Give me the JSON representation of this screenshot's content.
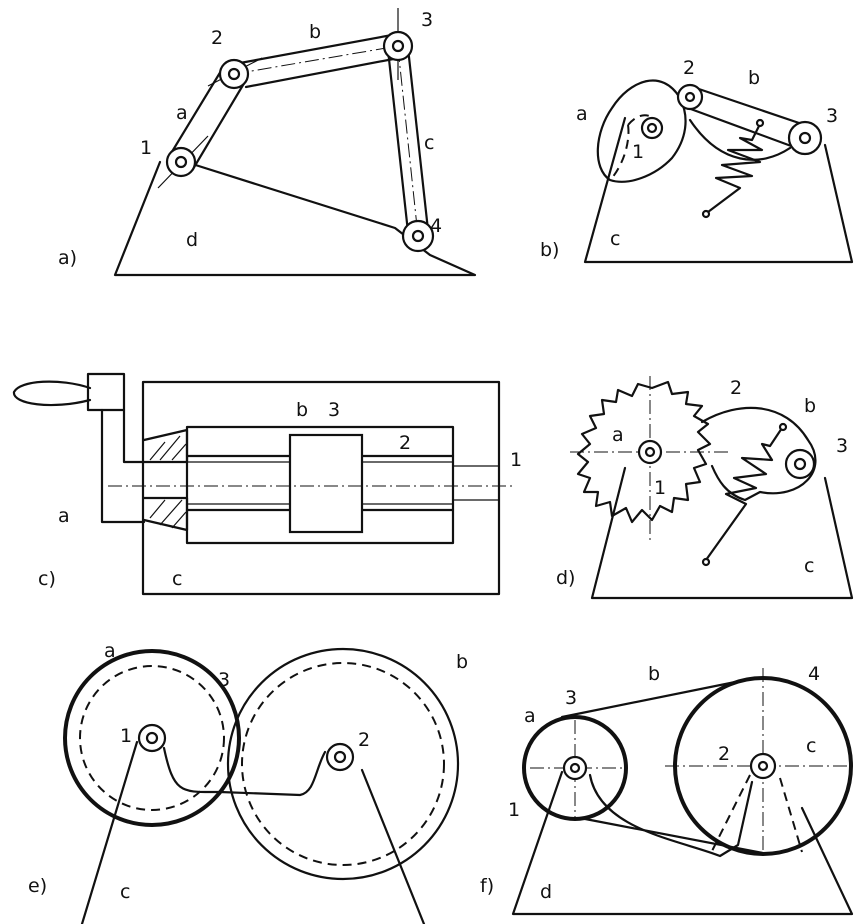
{
  "panels": {
    "a": {
      "tag": "a)",
      "labels": {
        "n1": "1",
        "n2": "2",
        "n3": "3",
        "n4": "4",
        "la": "a",
        "lb": "b",
        "lc": "c",
        "ld": "d"
      }
    },
    "b": {
      "tag": "b)",
      "labels": {
        "n1": "1",
        "n2": "2",
        "n3": "3",
        "la": "a",
        "lb": "b",
        "lc": "c"
      }
    },
    "c": {
      "tag": "c)",
      "labels": {
        "n1": "1",
        "n2": "2",
        "n3": "3",
        "la": "a",
        "lb": "b",
        "lc": "c"
      }
    },
    "d": {
      "tag": "d)",
      "labels": {
        "n1": "1",
        "n2": "2",
        "n3": "3",
        "la": "a",
        "lb": "b",
        "lc": "c"
      }
    },
    "e": {
      "tag": "e)",
      "labels": {
        "n1": "1",
        "n2": "2",
        "n3": "3",
        "la": "a",
        "lb": "b",
        "lc": "c"
      }
    },
    "f": {
      "tag": "f)",
      "labels": {
        "n1": "1",
        "n2": "2",
        "n3": "3",
        "n4": "4",
        "la": "a",
        "lb": "b",
        "lc": "c",
        "ld": "d"
      }
    }
  }
}
